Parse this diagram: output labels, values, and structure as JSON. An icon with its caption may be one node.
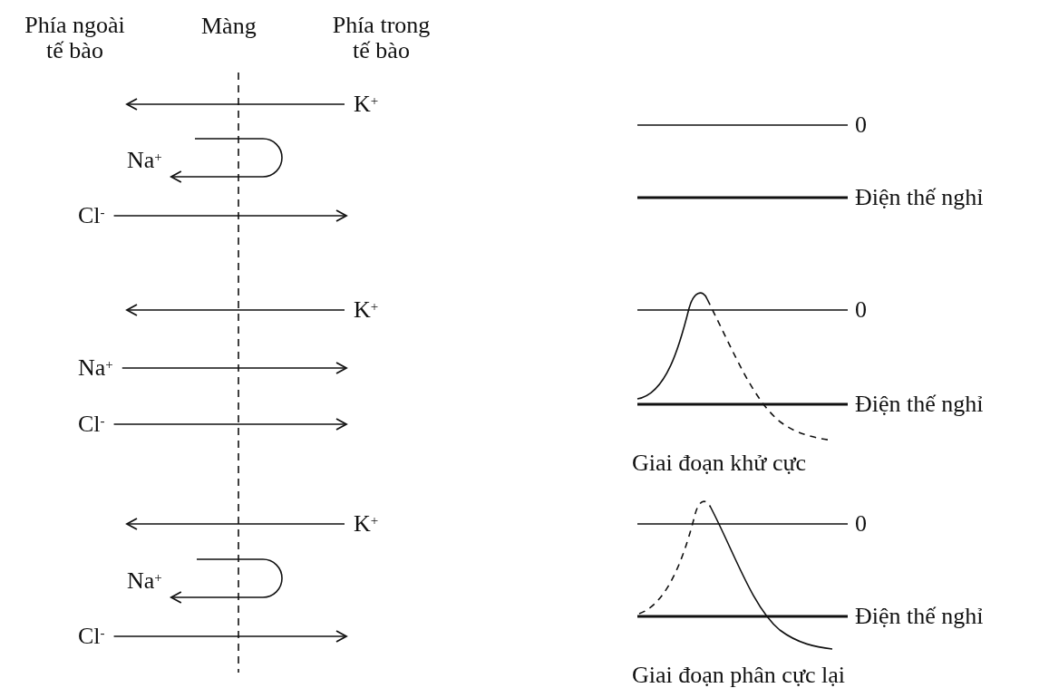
{
  "diagram": {
    "nodes": [
      {
        "text": [
          "K$^{+}$"
        ]
      },
      {
        "text": [
          "Na$^{+}$"
        ]
      },
      {
        "text": [
          "Cl$^{-}$"
        ]
      },
      {
        "text": [
          "K$^{+}$"
        ]
      },
      {
        "text": [
          "Na$^{+}$"
        ]
      },
      {
        "text": [
          "Cl$^{-}$"
        ]
      },
      {
        "text": [
          "K$^{+}$"
        ]
      },
      {
        "text": [
          "Na$^{+}$"
        ]
      },
      {
        "text": [
          "Cl$^{-}$"
        ]
      }
    ],
    "edges": [
      {
        "from": 0,
        "to": null,
        "arrow": "to"
      },
      {
        "from": null,
        "to": 1,
        "arrow": "to"
      },
      {
        "from": 2,
        "to": null,
        "arrow": "to"
      },
      {
        "from": 3,
        "to": null,
        "arrow": "to"
      },
      {
        "from": 4,
        "to": null,
        "arrow": "to"
      },
      {
        "from": 5,
        "to": null,
        "arrow": "to"
      },
      {
        "from": 6,
        "to": null,
        "arrow": "to"
      },
      {
        "from": null,
        "to": 7,
        "arrow": "to"
      },
      {
        "from": 8,
        "to": null,
        "arrow": "to"
      }
    ],
    "labels": [
      "Phía ngoài tế bào",
      "Màng",
      "Phía trong tế bào",
      "0",
      "Điện thế nghỉ",
      "0",
      "Điện thế nghỉ",
      "Giai đoạn khử cực",
      "0",
      "Điện thế nghỉ",
      "Giai đoạn phân cực lại"
    ]
  }
}
